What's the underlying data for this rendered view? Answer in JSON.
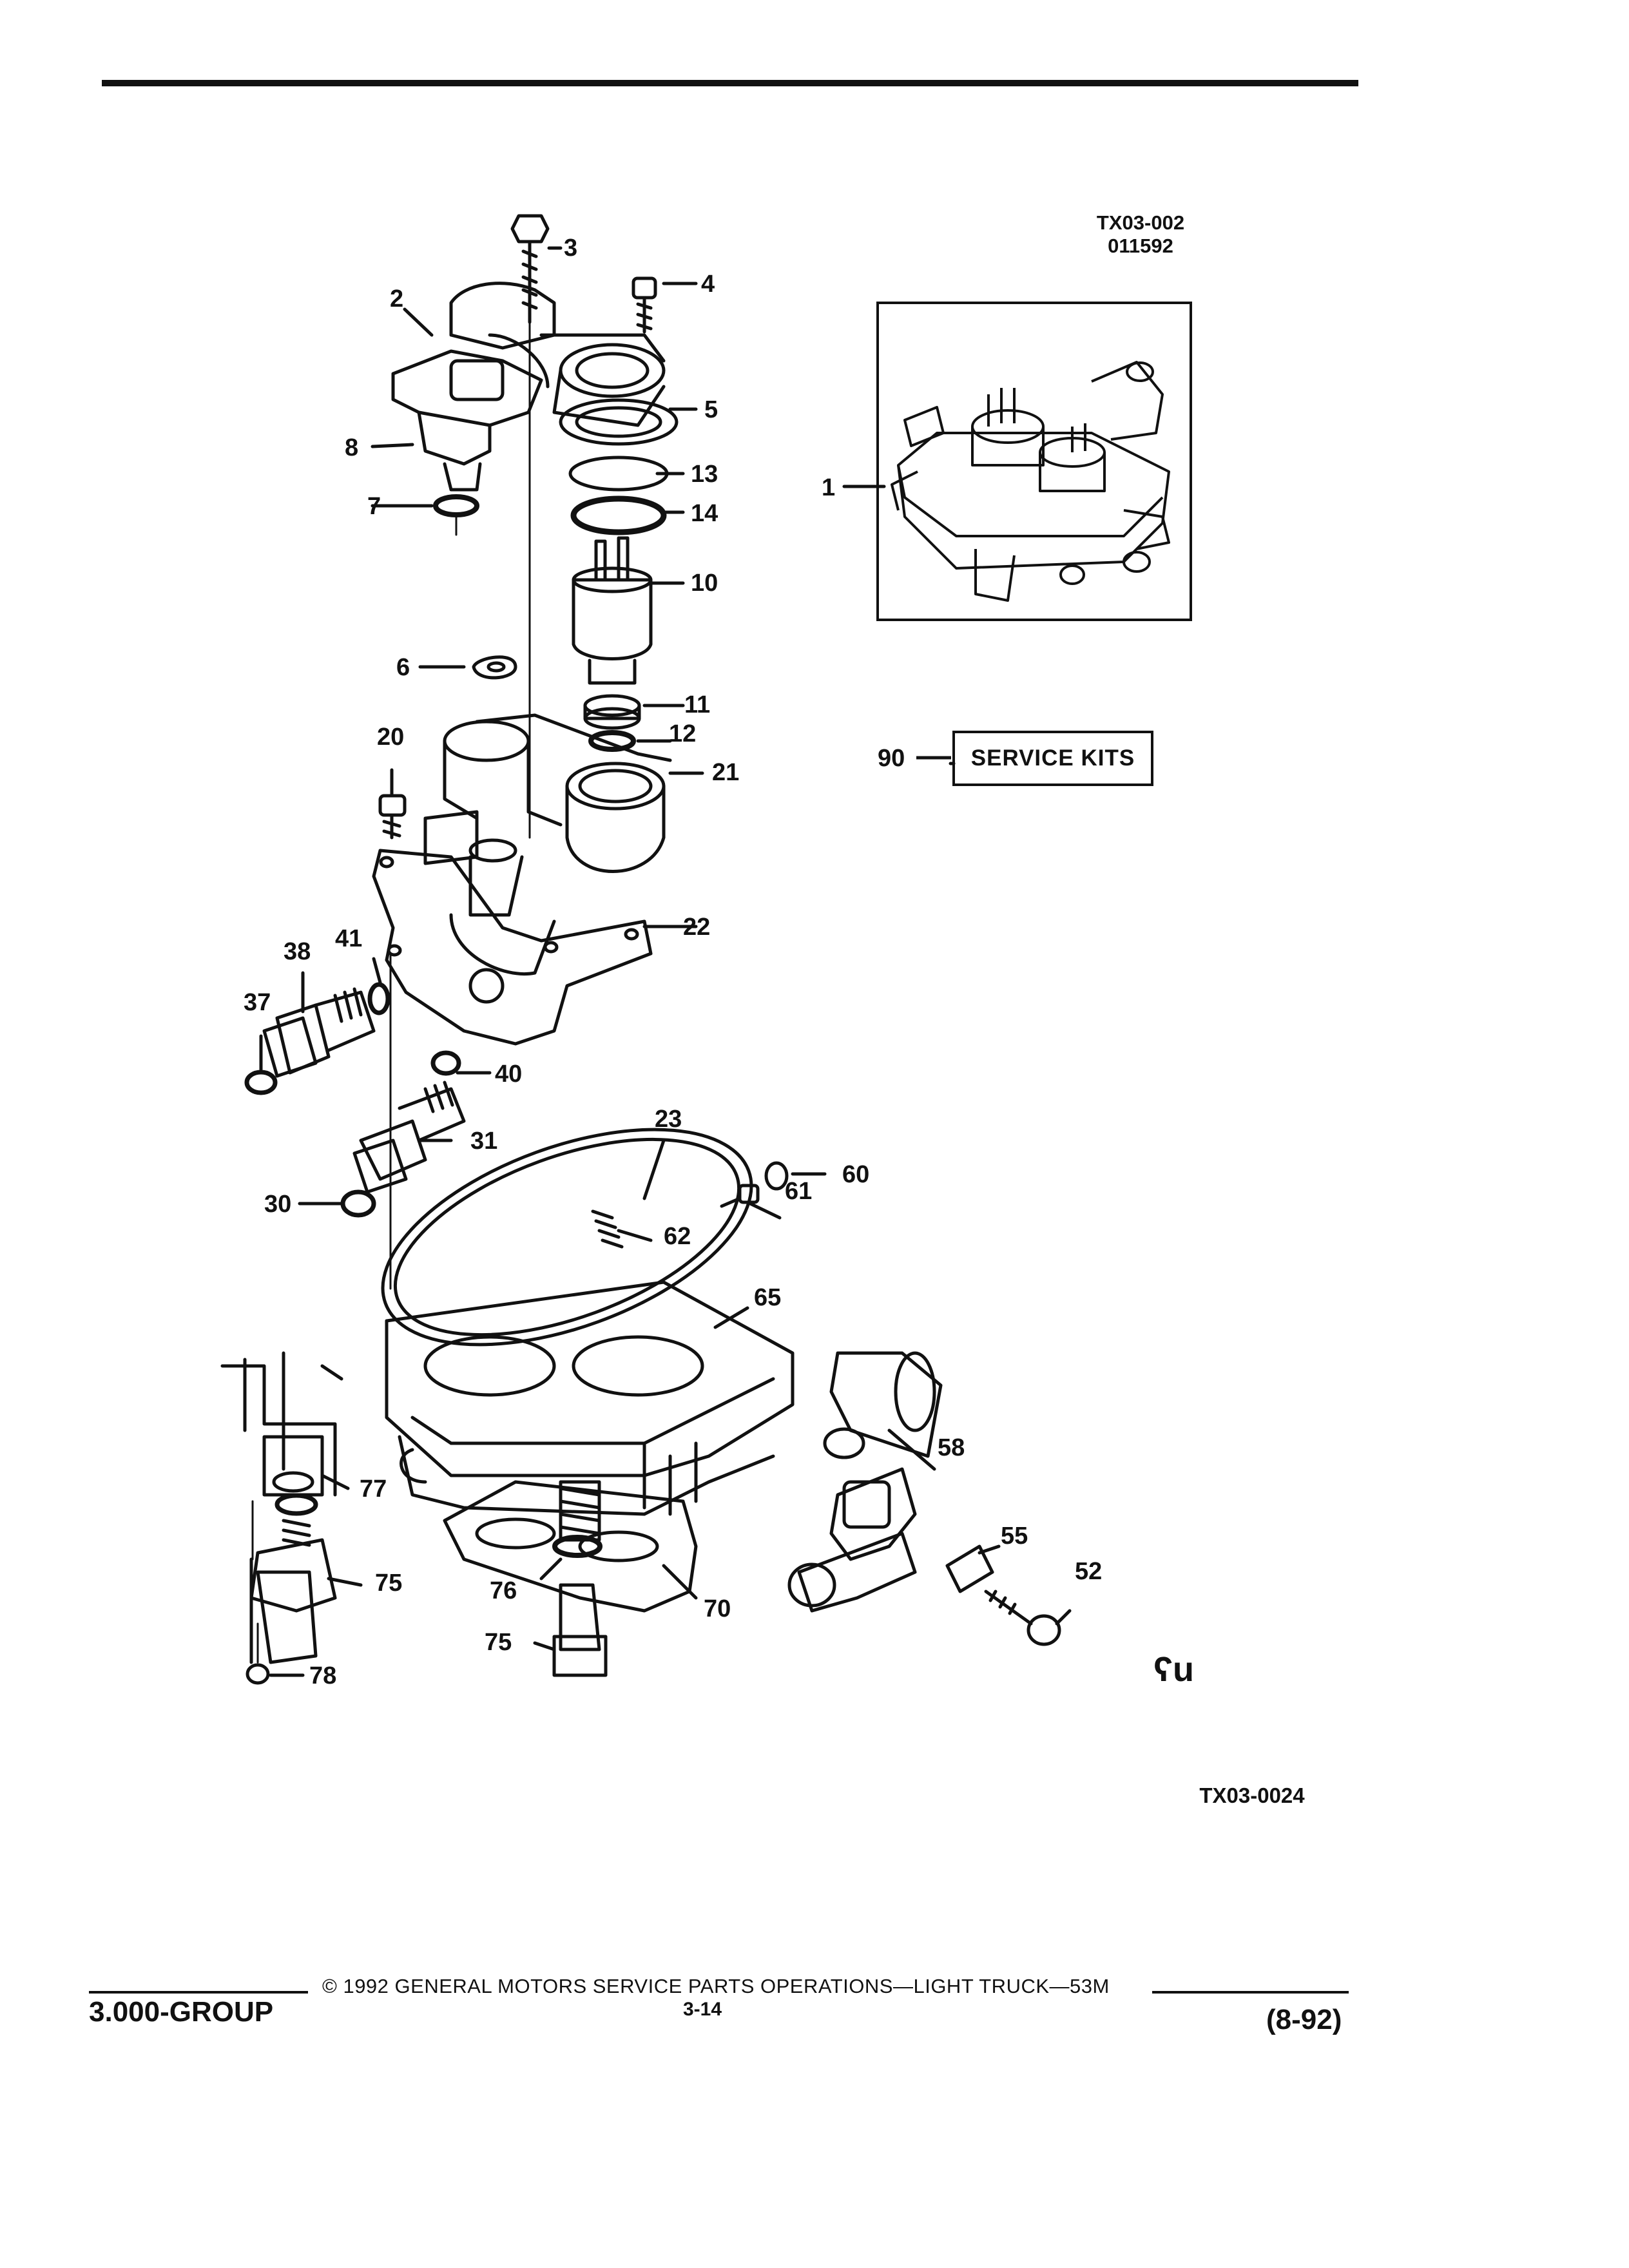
{
  "figure_codes": {
    "top": "TX03-002",
    "top_sub": "011592",
    "bottom": "TX03-0024"
  },
  "service_kits": {
    "number": "90",
    "label": "SERVICE KITS"
  },
  "callouts": [
    {
      "id": "c3",
      "text": "3"
    },
    {
      "id": "c4",
      "text": "4"
    },
    {
      "id": "c2",
      "text": "2"
    },
    {
      "id": "c5",
      "text": "5"
    },
    {
      "id": "c8",
      "text": "8"
    },
    {
      "id": "c13",
      "text": "13"
    },
    {
      "id": "c7",
      "text": "7"
    },
    {
      "id": "c14",
      "text": "14"
    },
    {
      "id": "c1",
      "text": "1"
    },
    {
      "id": "c10",
      "text": "10"
    },
    {
      "id": "c6",
      "text": "6"
    },
    {
      "id": "c11",
      "text": "11"
    },
    {
      "id": "c20",
      "text": "20"
    },
    {
      "id": "c12",
      "text": "12"
    },
    {
      "id": "c21",
      "text": "21"
    },
    {
      "id": "c22",
      "text": "22"
    },
    {
      "id": "c38",
      "text": "38"
    },
    {
      "id": "c41",
      "text": "41"
    },
    {
      "id": "c37",
      "text": "37"
    },
    {
      "id": "c40",
      "text": "40"
    },
    {
      "id": "c23",
      "text": "23"
    },
    {
      "id": "c60",
      "text": "60"
    },
    {
      "id": "c31",
      "text": "31"
    },
    {
      "id": "c61",
      "text": "61"
    },
    {
      "id": "c30",
      "text": "30"
    },
    {
      "id": "c62",
      "text": "62"
    },
    {
      "id": "c65",
      "text": "65"
    },
    {
      "id": "c58",
      "text": "58"
    },
    {
      "id": "c77",
      "text": "77"
    },
    {
      "id": "c55",
      "text": "55"
    },
    {
      "id": "c75a",
      "text": "75"
    },
    {
      "id": "c52",
      "text": "52"
    },
    {
      "id": "c76",
      "text": "76"
    },
    {
      "id": "c70",
      "text": "70"
    },
    {
      "id": "c75b",
      "text": "75"
    },
    {
      "id": "c78",
      "text": "78"
    }
  ],
  "footer": {
    "group": "3.000-GROUP",
    "copyright": "© 1992 GENERAL MOTORS SERVICE PARTS OPERATIONS—LIGHT TRUCK—53M",
    "page": "3-14",
    "date": "(8-92)"
  },
  "logo_mark": "GM service mark"
}
